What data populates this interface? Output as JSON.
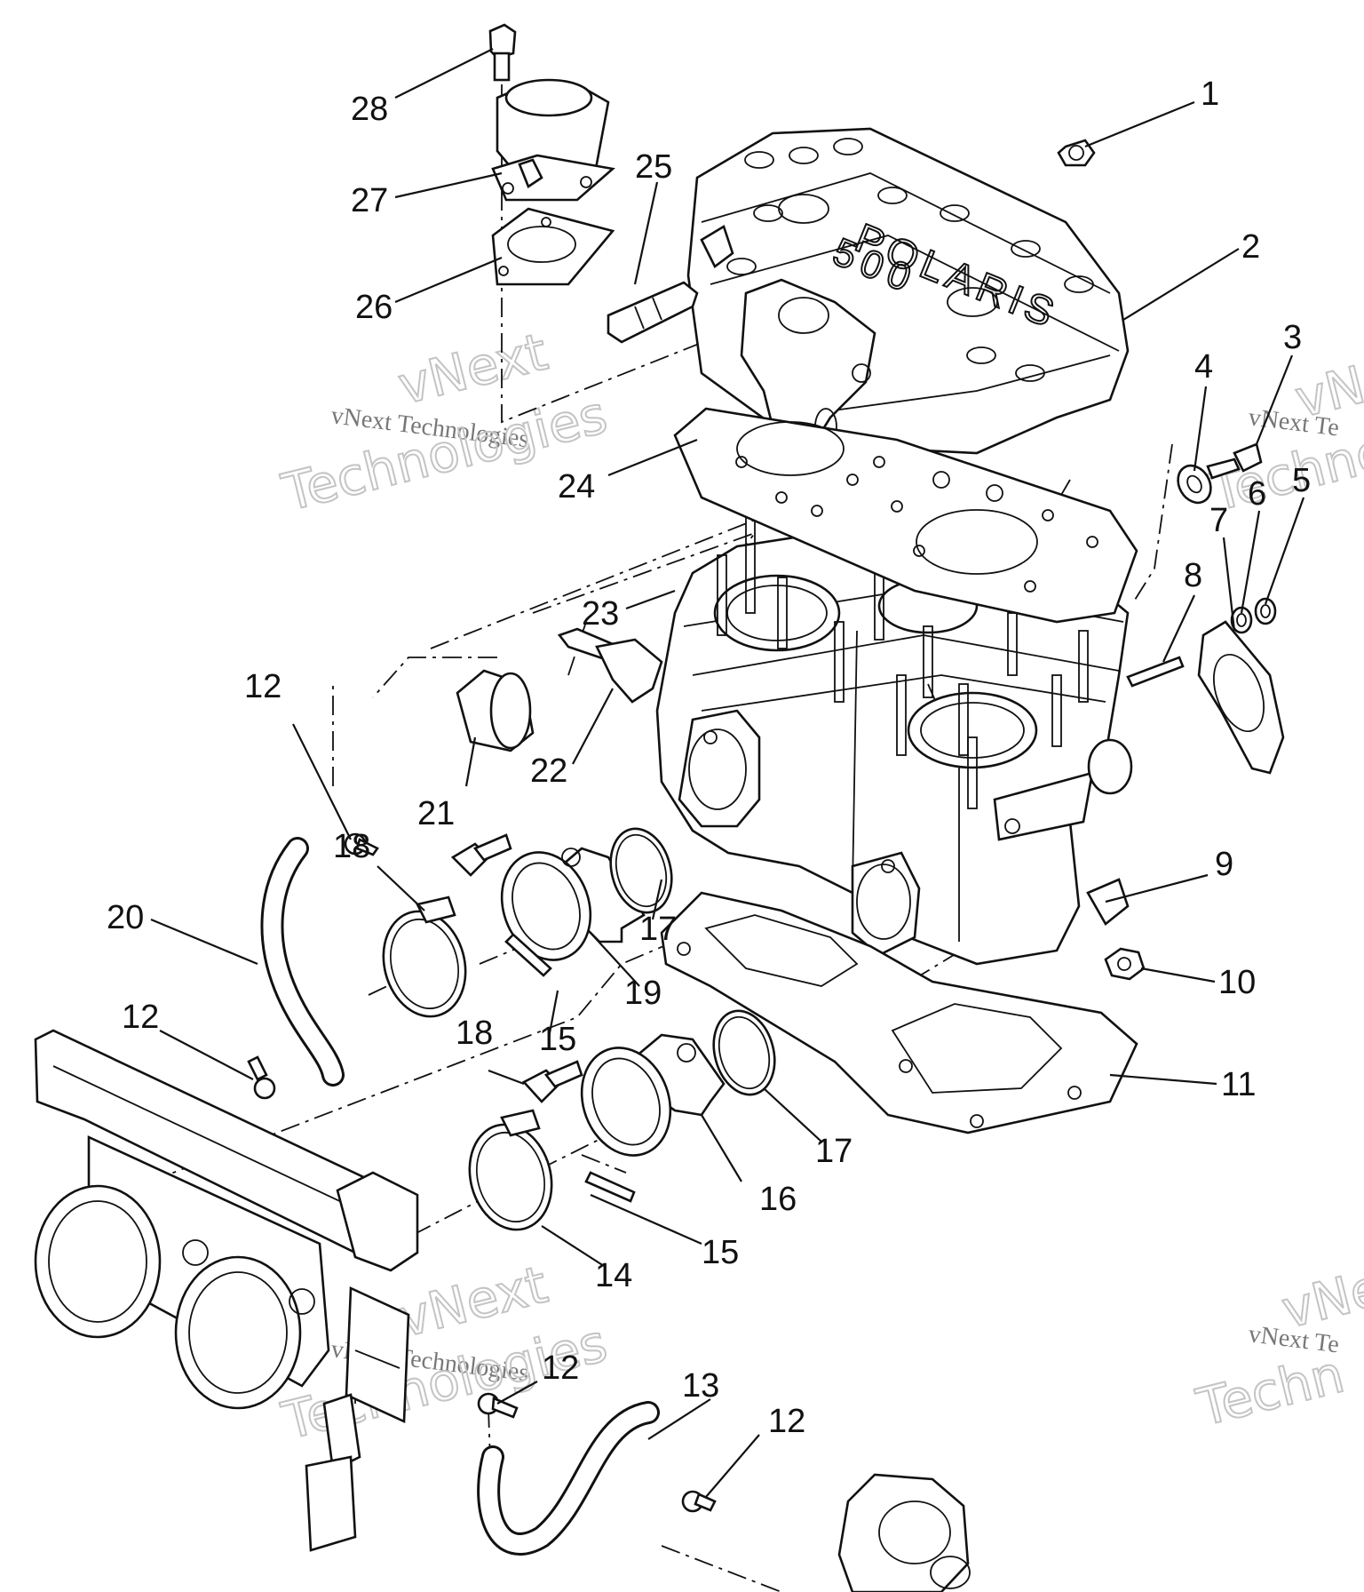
{
  "watermark": {
    "line1": "vNext",
    "line2": "vNext Technologies",
    "line3": "Technologies",
    "right_line1": "vNe",
    "right_line2": "vNext Te",
    "right_line3": "Techno",
    "right2_line1": "vNe",
    "right2_line2": "vNext Te",
    "right2_line3": "Techn"
  },
  "engraving": {
    "brand": "POLARIS",
    "model": "500"
  },
  "callouts": {
    "c1": "1",
    "c2": "2",
    "c3": "3",
    "c4": "4",
    "c5": "5",
    "c6": "6",
    "c7": "7",
    "c8": "8",
    "c9": "9",
    "c10": "10",
    "c11": "11",
    "c12a": "12",
    "c12b": "12",
    "c12c": "12",
    "c12d": "12",
    "c13": "13",
    "c14": "14",
    "c15a": "15",
    "c15b": "15",
    "c16": "16",
    "c17a": "17",
    "c17b": "17",
    "c18a": "18",
    "c18b": "18",
    "c19": "19",
    "c20": "20",
    "c21": "21",
    "c22": "22",
    "c23": "23",
    "c24": "24",
    "c25": "25",
    "c26": "26",
    "c27": "27",
    "c28": "28"
  }
}
